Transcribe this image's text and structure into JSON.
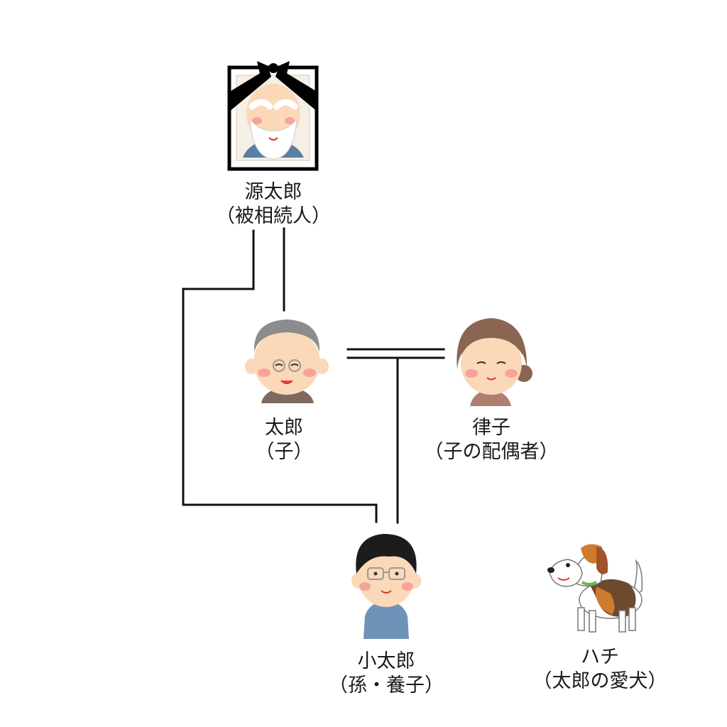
{
  "people": {
    "gentaro": {
      "name": "源太郎",
      "role": "（被相続人）"
    },
    "taro": {
      "name": "太郎",
      "role": "（子）"
    },
    "ritsuko": {
      "name": "律子",
      "role": "（子の配偶者）"
    },
    "kotaro": {
      "name": "小太郎",
      "role": "（孫・養子）"
    },
    "hachi": {
      "name": "ハチ",
      "role": "（太郎の愛犬）"
    }
  },
  "icons": {
    "gentaro": "memorial-portrait-icon",
    "taro": "elderly-man-icon",
    "ritsuko": "elderly-woman-icon",
    "kotaro": "young-man-icon",
    "hachi": "beagle-dog-icon"
  },
  "colors": {
    "line": "#111111",
    "skin": "#fbd8b8",
    "cheek": "#f7a39a",
    "mourning": "#000000"
  }
}
